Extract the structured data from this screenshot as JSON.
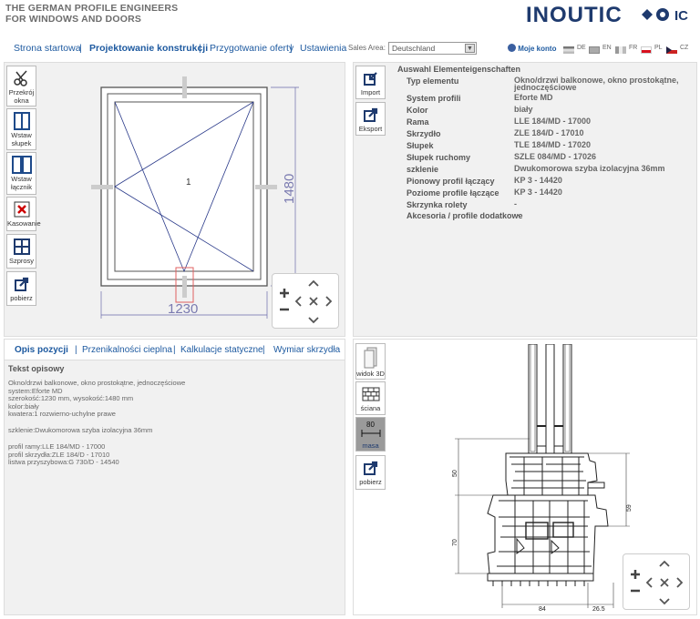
{
  "header": {
    "tagline_1": "THE GERMAN PROFILE ENGINEERS",
    "tagline_2": "FOR WINDOWS AND DOORS",
    "logo": "INOUTIC",
    "logo_suffix": "IC"
  },
  "nav": {
    "items": [
      "Strona startowa",
      "Projektowanie konstrukcji",
      "Przygotwanie oferty",
      "Ustawienia"
    ],
    "sales_area_label": "Sales Area:",
    "sales_area_value": "Deutschland",
    "account": "Moje konto",
    "languages": [
      "DE",
      "EN",
      "FR",
      "PL",
      "CZ"
    ]
  },
  "left_tools": [
    {
      "label": "Przekrój okna",
      "icon": "scissors-icon"
    },
    {
      "label": "Wstaw słupek",
      "icon": "mullion-icon"
    },
    {
      "label": "Wstaw łącznik",
      "icon": "coupler-icon"
    },
    {
      "label": "Kasowanie",
      "icon": "delete-icon"
    },
    {
      "label": "Szprosy",
      "icon": "grid-icon"
    },
    {
      "label": "pobierz",
      "icon": "export-icon"
    }
  ],
  "drawing": {
    "width_dim": "1230",
    "height_dim": "1480",
    "sash_number": "1"
  },
  "props_tools": [
    {
      "label": "Import",
      "icon": "import-icon"
    },
    {
      "label": "Eksport",
      "icon": "export-icon"
    }
  ],
  "properties": {
    "title": "Auswahl Elementeigenschaften",
    "rows": [
      {
        "k": "Typ elementu",
        "v": "Okno/drzwi balkonowe, okno prostokątne, jednoczęściowe"
      },
      {
        "k": "System profili",
        "v": "Eforte MD"
      },
      {
        "k": "Kolor",
        "v": "biały"
      },
      {
        "k": "Rama",
        "v": "LLE 184/MD - 17000"
      },
      {
        "k": "Skrzydło",
        "v": "ZLE 184/D - 17010"
      },
      {
        "k": "Słupek",
        "v": "TLE 184/MD - 17020"
      },
      {
        "k": "Słupek ruchomy",
        "v": "SZLE 084/MD - 17026"
      },
      {
        "k": "szklenie",
        "v": "Dwukomorowa szyba izolacyjna 36mm"
      },
      {
        "k": "Pionowy profil łączący",
        "v": "KP 3 - 14420"
      },
      {
        "k": "Poziome profile łączące",
        "v": "KP 3 - 14420"
      },
      {
        "k": "Skrzynka rolety",
        "v": "-"
      },
      {
        "k": "Akcesoria / profile dodatkowe",
        "v": "-"
      }
    ]
  },
  "tabs": [
    "Opis pozycji",
    "Przenikalności cieplna",
    "Kalkulacje statyczne",
    "Wymiar skrzydła"
  ],
  "description": {
    "title": "Tekst opisowy",
    "block1": "Okno/drzwi balkonowe, okno prostokątne, jednoczęściowe\nsystem:Eforte MD\nszerokość:1230 mm, wysokość:1480 mm\nkolor:biały\nkwatera:1 rozwierno-uchylne prawe",
    "block2": "szklenie:Dwukomorowa szyba izolacyjna 36mm",
    "block3": "profil ramy:LLE 184/MD - 17000\nprofil skrzydła:ZLE 184/D - 17010\nlistwa przyszybowa:G 730/D - 14540"
  },
  "section_tools": [
    {
      "label": "widok 3D",
      "icon": "3d-view-icon"
    },
    {
      "label": "ściana",
      "icon": "wall-icon"
    },
    {
      "label": "masa",
      "icon": "measure-icon",
      "value": "80"
    },
    {
      "label": "pobierz",
      "icon": "export-icon"
    }
  ],
  "section_dims": {
    "d50": "50",
    "d59": "59",
    "d70": "70",
    "d84": "84",
    "d265": "26.5"
  }
}
